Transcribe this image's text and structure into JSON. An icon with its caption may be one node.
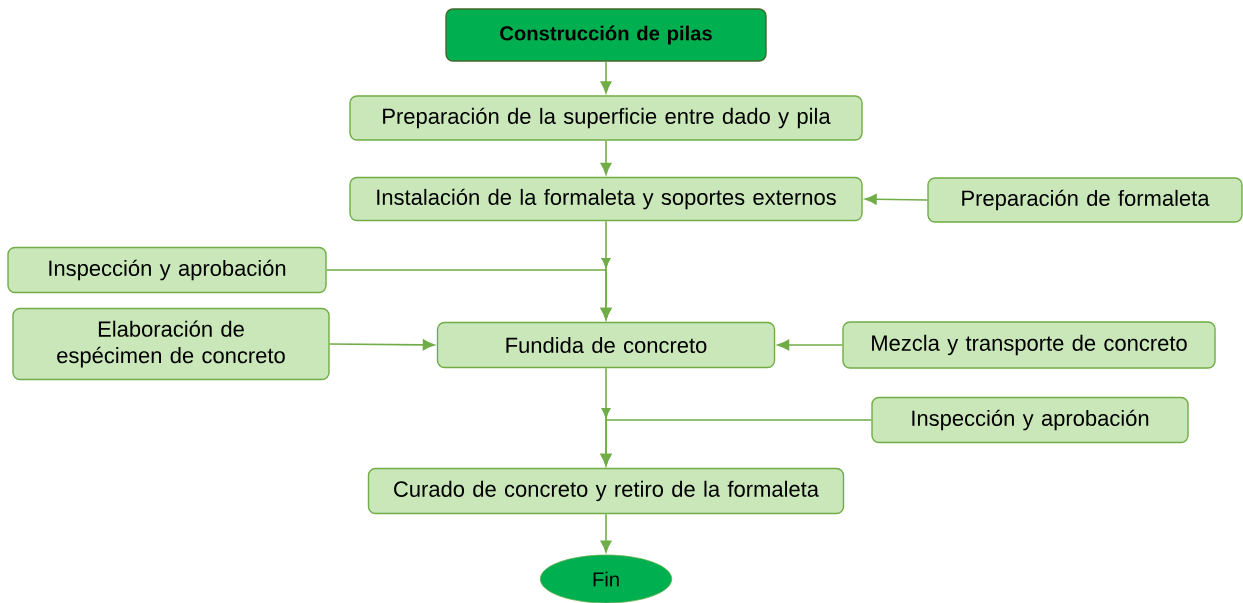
{
  "diagram": {
    "nodes": [
      {
        "text": [
          "Construcción de pilas"
        ]
      },
      {
        "text": [
          "Preparación de la superficie entre dado y pila"
        ]
      },
      {
        "text": [
          "Instalación de la formaleta y soportes externos"
        ]
      },
      {
        "text": [
          "Preparación de formaleta"
        ]
      },
      {
        "text": [
          "Inspección y aprobación"
        ]
      },
      {
        "text": [
          "Elaboración de espécimen de concreto"
        ]
      },
      {
        "text": [
          "Fundida de concreto"
        ]
      },
      {
        "text": [
          "Mezcla y transporte de concreto"
        ]
      },
      {
        "text": [
          "Inspección y aprobación"
        ]
      },
      {
        "text": [
          "Curado de concreto y retiro de la formaleta"
        ]
      },
      {
        "text": [
          "Fin"
        ]
      }
    ],
    "edges": [
      {
        "from": 0,
        "to": 1,
        "arrow": "to"
      },
      {
        "from": 1,
        "to": 2,
        "arrow": "to"
      },
      {
        "from": 3,
        "to": 2,
        "arrow": "to"
      },
      {
        "from": 2,
        "to": 6,
        "arrow": "to"
      },
      {
        "from": 4,
        "to": 6,
        "arrow": "to"
      },
      {
        "from": 5,
        "to": 6,
        "arrow": "to"
      },
      {
        "from": 7,
        "to": 6,
        "arrow": "to"
      },
      {
        "from": 6,
        "to": 9,
        "arrow": "to"
      },
      {
        "from": 8,
        "to": 9,
        "arrow": "to"
      },
      {
        "from": 9,
        "to": 10,
        "arrow": "to"
      }
    ]
  }
}
